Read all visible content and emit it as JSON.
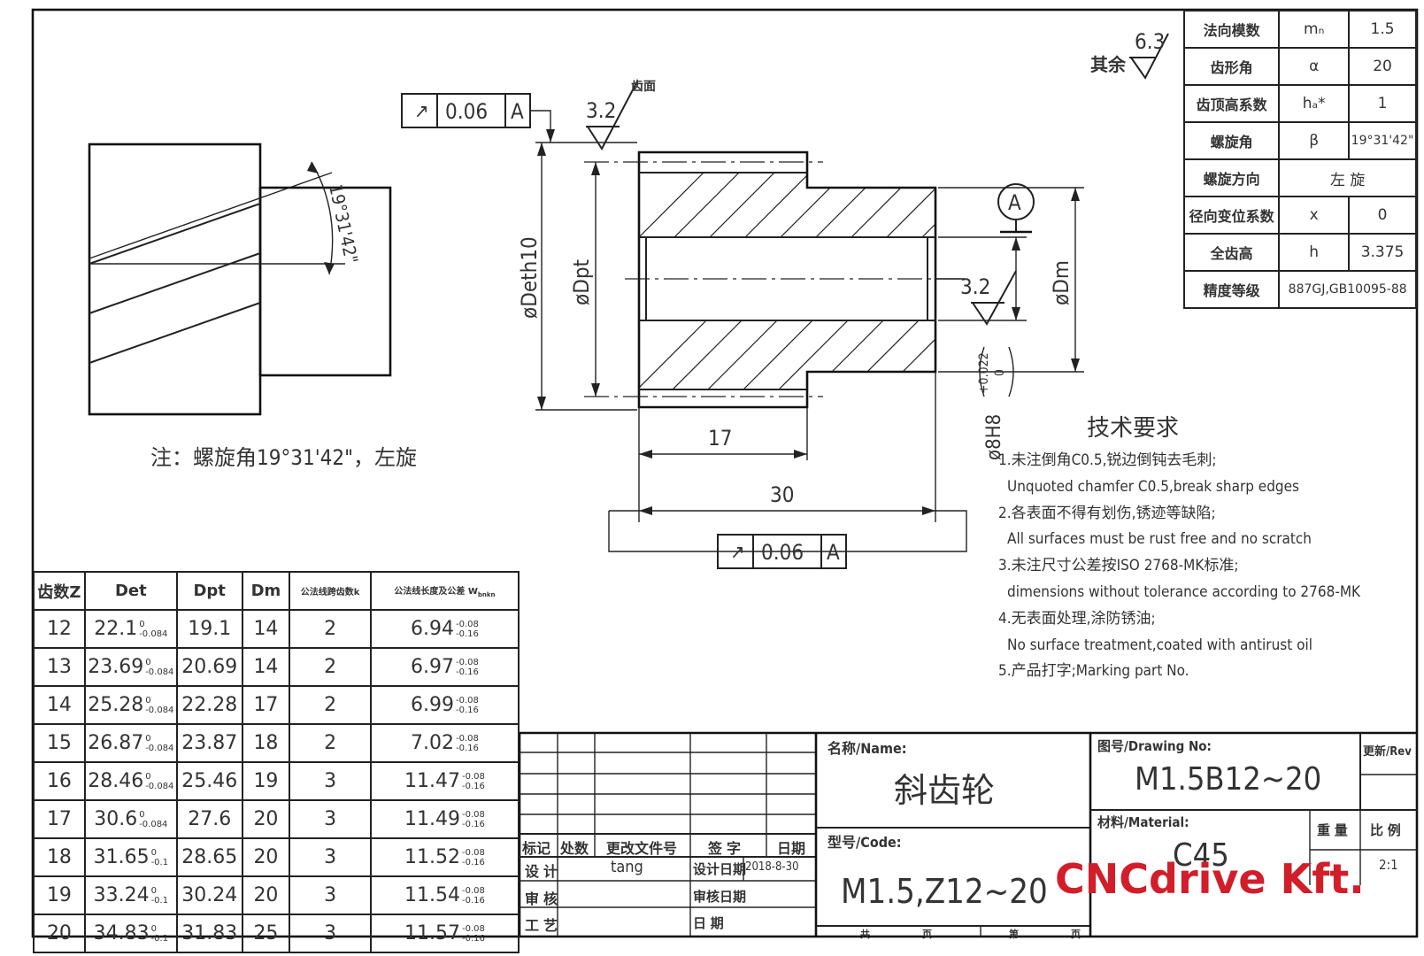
{
  "params": [
    {
      "label": "法向模数",
      "symbol": "mₙ",
      "value": "1.5"
    },
    {
      "label": "齿形角",
      "symbol": "α",
      "value": "20"
    },
    {
      "label": "齿顶高系数",
      "symbol": "hₐ*",
      "value": "1"
    },
    {
      "label": "螺旋角",
      "symbol": "β",
      "value": "19°31'42\""
    },
    {
      "label": "螺旋方向",
      "merged": "左 旋"
    },
    {
      "label": "径向变位系数",
      "symbol": "x",
      "value": "0"
    },
    {
      "label": "全齿高",
      "symbol": "h",
      "value": "3.375"
    },
    {
      "label": "精度等级",
      "merged": "887GJ,GB10095-88"
    }
  ],
  "roughness": {
    "other_label": "其余",
    "other_value": "6.3",
    "tooth_label": "齿面",
    "tooth_value": "3.2",
    "bore_value": "3.2"
  },
  "gdt": {
    "top": {
      "symbol": "↗",
      "value": "0.06",
      "datum": "A"
    },
    "bottom": {
      "symbol": "↗",
      "value": "0.06",
      "datum": "A"
    },
    "datum_label": "A"
  },
  "dims": {
    "deth": "øDeth10",
    "dpt": "øDpt",
    "dm": "øDm",
    "bore": "ø8H8",
    "bore_tol_up": "+0.022",
    "bore_tol_low": "0",
    "len17": "17",
    "len30": "30",
    "helix": "19°31'42\""
  },
  "helix_note": "注：螺旋角19°31'42\"，左旋",
  "teeth_table": {
    "headers": [
      "齿数Z",
      "Det",
      "Dpt",
      "Dm",
      "公法线跨齿数k",
      "公法线长度及公差 W"
    ],
    "header_w_sub": "bnkn",
    "rows": [
      {
        "z": "12",
        "det": "22.1",
        "det_up": "0",
        "det_lo": "-0.084",
        "dpt": "19.1",
        "dm": "14",
        "k": "2",
        "w": "6.94",
        "w_up": "-0.08",
        "w_lo": "-0.16"
      },
      {
        "z": "13",
        "det": "23.69",
        "det_up": "0",
        "det_lo": "-0.084",
        "dpt": "20.69",
        "dm": "14",
        "k": "2",
        "w": "6.97",
        "w_up": "-0.08",
        "w_lo": "-0.16"
      },
      {
        "z": "14",
        "det": "25.28",
        "det_up": "0",
        "det_lo": "-0.084",
        "dpt": "22.28",
        "dm": "17",
        "k": "2",
        "w": "6.99",
        "w_up": "-0.08",
        "w_lo": "-0.16"
      },
      {
        "z": "15",
        "det": "26.87",
        "det_up": "0",
        "det_lo": "-0.084",
        "dpt": "23.87",
        "dm": "18",
        "k": "2",
        "w": "7.02",
        "w_up": "-0.08",
        "w_lo": "-0.16"
      },
      {
        "z": "16",
        "det": "28.46",
        "det_up": "0",
        "det_lo": "-0.084",
        "dpt": "25.46",
        "dm": "19",
        "k": "3",
        "w": "11.47",
        "w_up": "-0.08",
        "w_lo": "-0.16"
      },
      {
        "z": "17",
        "det": "30.6",
        "det_up": "0",
        "det_lo": "-0.084",
        "dpt": "27.6",
        "dm": "20",
        "k": "3",
        "w": "11.49",
        "w_up": "-0.08",
        "w_lo": "-0.16"
      },
      {
        "z": "18",
        "det": "31.65",
        "det_up": "0",
        "det_lo": "-0.1",
        "dpt": "28.65",
        "dm": "20",
        "k": "3",
        "w": "11.52",
        "w_up": "-0.08",
        "w_lo": "-0.16"
      },
      {
        "z": "19",
        "det": "33.24",
        "det_up": "0",
        "det_lo": "-0.1",
        "dpt": "30.24",
        "dm": "20",
        "k": "3",
        "w": "11.54",
        "w_up": "-0.08",
        "w_lo": "-0.16"
      },
      {
        "z": "20",
        "det": "34.83",
        "det_up": "0",
        "det_lo": "-0.1",
        "dpt": "31.83",
        "dm": "25",
        "k": "3",
        "w": "11.57",
        "w_up": "-0.08",
        "w_lo": "-0.16"
      }
    ]
  },
  "tech_req": {
    "title": "技术要求",
    "items": [
      {
        "cn": "1.未注倒角C0.5,锐边倒钝去毛刺;",
        "en": "Unquoted chamfer C0.5,break sharp edges"
      },
      {
        "cn": "2.各表面不得有划伤,锈迹等缺陷;",
        "en": "All surfaces must be rust free and no scratch"
      },
      {
        "cn": "3.未注尺寸公差按ISO 2768-MK标准;",
        "en": "dimensions without tolerance according to 2768-MK"
      },
      {
        "cn": "4.无表面处理,涂防锈油;",
        "en": "No surface treatment,coated with antirust oil"
      },
      {
        "cn": "5.产品打字;Marking part No.",
        "en": ""
      }
    ]
  },
  "title_block": {
    "rev_headers": [
      "标记",
      "处数",
      "更改文件号",
      "签 字",
      "日期"
    ],
    "design_label": "设 计",
    "designer": "tang",
    "design_date_label": "设计日期",
    "design_date": "2018-8-30",
    "check_label": "审 核",
    "check_date_label": "审核日期",
    "process_label": "工 艺",
    "date_label": "日 期",
    "name_label": "名称/Name:",
    "name": "斜齿轮",
    "code_label": "型号/Code:",
    "code": "M1.5,Z12~20",
    "sheets_label": "共",
    "page_label": "页",
    "sheet_no_label": "第",
    "drawing_label": "图号/Drawing No:",
    "drawing_no": "M1.5B12~20",
    "rev_label": "更新/Rev",
    "material_label": "材料/Material:",
    "material": "C45",
    "weight_label": "重 量",
    "scale_label": "比 例",
    "scale": "2:1"
  },
  "brand": "CNCdrive Kft."
}
